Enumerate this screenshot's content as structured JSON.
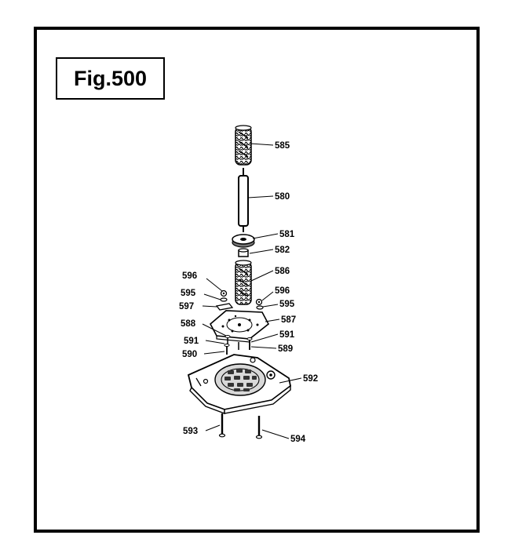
{
  "figure": {
    "title": "Fig.500"
  },
  "parts": [
    {
      "id": "p585",
      "label": "585"
    },
    {
      "id": "p580",
      "label": "580"
    },
    {
      "id": "p581",
      "label": "581"
    },
    {
      "id": "p582",
      "label": "582"
    },
    {
      "id": "p586",
      "label": "586"
    },
    {
      "id": "p596a",
      "label": "596"
    },
    {
      "id": "p595a",
      "label": "595"
    },
    {
      "id": "p597",
      "label": "597"
    },
    {
      "id": "p596b",
      "label": "596"
    },
    {
      "id": "p595b",
      "label": "595"
    },
    {
      "id": "p587",
      "label": "587"
    },
    {
      "id": "p588",
      "label": "588"
    },
    {
      "id": "p591a",
      "label": "591"
    },
    {
      "id": "p591b",
      "label": "591"
    },
    {
      "id": "p589",
      "label": "589"
    },
    {
      "id": "p590",
      "label": "590"
    },
    {
      "id": "p592",
      "label": "592"
    },
    {
      "id": "p593",
      "label": "593"
    },
    {
      "id": "p594",
      "label": "594"
    }
  ]
}
